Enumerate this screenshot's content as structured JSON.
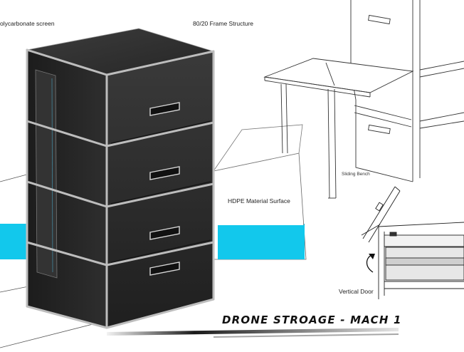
{
  "labels": {
    "polycarbonate": "olycarbonate screen",
    "frame": "80/20 Frame Structure",
    "hdpe": "HDPE Material Surface",
    "bench": "Sliding Bench",
    "door": "Vertical Door"
  },
  "title": "DRONE STROAGE - MACH 1",
  "colors": {
    "accent": "#12c8ec",
    "cabinet": "#2b2b2b",
    "frame": "#b9b9b9"
  }
}
